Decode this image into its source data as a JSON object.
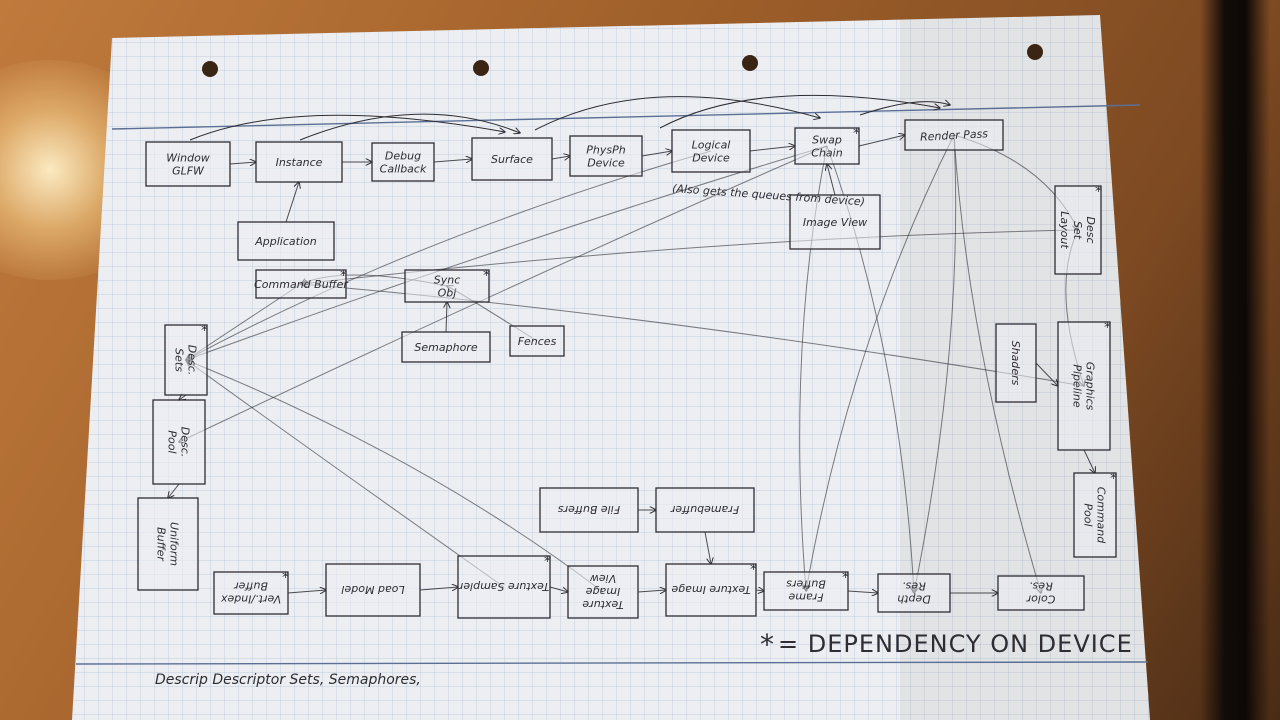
{
  "diagram": {
    "nodes": [
      {
        "id": "window",
        "label": "Window GLFW"
      },
      {
        "id": "instance",
        "label": "Instance"
      },
      {
        "id": "debug",
        "label": "Debug Callback"
      },
      {
        "id": "surface",
        "label": "Surface"
      },
      {
        "id": "physical",
        "label": "PhysPh Device"
      },
      {
        "id": "logical",
        "label": "Logical Device"
      },
      {
        "id": "swapchain",
        "label": "Swap Chain"
      },
      {
        "id": "renderpass",
        "label": "Render Pass"
      },
      {
        "id": "imageview",
        "label": "Image View"
      },
      {
        "id": "application",
        "label": "Application"
      },
      {
        "id": "commandbuffer",
        "label": "Command Buffer"
      },
      {
        "id": "syncobj",
        "label": "Sync Obj"
      },
      {
        "id": "semaphore",
        "label": "Semaphore"
      },
      {
        "id": "fences",
        "label": "Fences"
      },
      {
        "id": "descsets",
        "label": "Desc. Sets"
      },
      {
        "id": "descpool",
        "label": "Desc. Pool"
      },
      {
        "id": "uniformbuffer",
        "label": "Uniform Buffer"
      },
      {
        "id": "descsetlayout",
        "label": "Desc Set Layout"
      },
      {
        "id": "shaders",
        "label": "Shaders"
      },
      {
        "id": "pipeline",
        "label": "Graphics Pipeline"
      },
      {
        "id": "commandpool",
        "label": "Command Pool"
      },
      {
        "id": "filebuffers",
        "label": "File Buffers"
      },
      {
        "id": "framebuffer",
        "label": "Framebuffer"
      },
      {
        "id": "vertexbuffer",
        "label": "Vert./Index Buffer"
      },
      {
        "id": "loadmodel",
        "label": "Load Model"
      },
      {
        "id": "texturesampler",
        "label": "Texture Sampler"
      },
      {
        "id": "textureimageview",
        "label": "Texture Image View"
      },
      {
        "id": "textureimage",
        "label": "Texture Image"
      },
      {
        "id": "framebuffers",
        "label": "Frame Buffers"
      },
      {
        "id": "depthres",
        "label": "Depth Res."
      },
      {
        "id": "colorres",
        "label": "Color Res."
      }
    ],
    "annotation": "(Also gets the queues from device)",
    "legend": {
      "symbol": "*",
      "text": "= DEPENDENCY ON DEVICE"
    },
    "footer": "Descrip Descriptor Sets, Semaphores,"
  },
  "colors": {
    "paper": "#eceef2",
    "grid": "#b7c3d6",
    "ink": "#2d2d33",
    "table": "#a0602a"
  }
}
